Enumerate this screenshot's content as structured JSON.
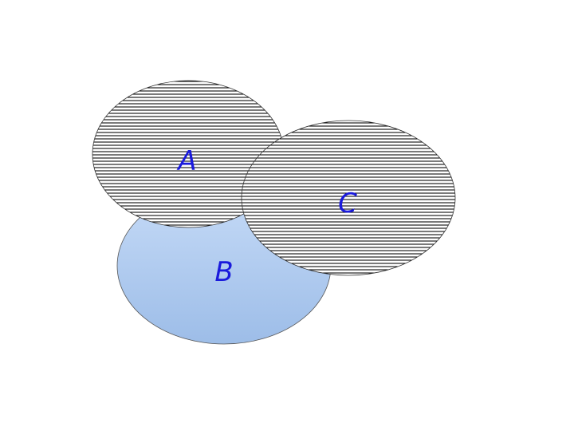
{
  "diagram": {
    "sets": [
      {
        "id": "A",
        "label": "A",
        "fill": "hatched"
      },
      {
        "id": "B",
        "label": "B",
        "fill": "gradient"
      },
      {
        "id": "C",
        "label": "C",
        "fill": "hatched"
      }
    ],
    "colors": {
      "label": "#1a1adc",
      "outline": "#333333",
      "hatch_line": "#000000",
      "hatch_bg": "#ffffff",
      "b_gradient_top": "#c6dbf7",
      "b_gradient_bottom": "#9dbde8"
    }
  }
}
